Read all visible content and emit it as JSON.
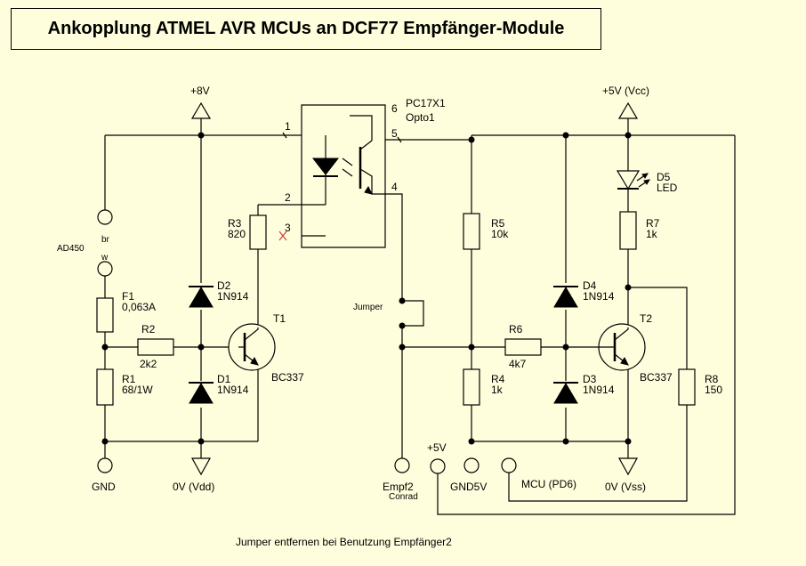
{
  "title": "Ankopplung ATMEL AVR MCUs an DCF77 Empfänger-Module",
  "footer_note": "Jumper entfernen bei Benutzung Empfänger2",
  "supplies": {
    "v8": "+8V",
    "v5cc": "+5V (Vcc)",
    "v0dd": "0V (Vdd)",
    "v0ss": "0V (Vss)",
    "gnd": "GND",
    "gnd5v": "GND5V",
    "p5v": "+5V"
  },
  "terminals": {
    "ad450": "AD450",
    "br": "br",
    "w": "w",
    "empf2": "Empf2",
    "conrad": "Conrad",
    "mcu": "MCU (PD6)",
    "jumper": "Jumper"
  },
  "opto": {
    "ref": "PC17X1",
    "name": "Opto1",
    "p1": "1",
    "p2": "2",
    "p3": "3",
    "p4": "4",
    "p5": "5",
    "p6": "6"
  },
  "parts": {
    "f1_ref": "F1",
    "f1_val": "0,063A",
    "r1_ref": "R1",
    "r1_val": "68/1W",
    "r2_ref": "R2",
    "r2_val": "2k2",
    "r3_ref": "R3",
    "r3_val": "820",
    "r4_ref": "R4",
    "r4_val": "1k",
    "r5_ref": "R5",
    "r5_val": "10k",
    "r6_ref": "R6",
    "r6_val": "4k7",
    "r7_ref": "R7",
    "r7_val": "1k",
    "r8_ref": "R8",
    "r8_val": "150",
    "d1_ref": "D1",
    "d1_val": "1N914",
    "d2_ref": "D2",
    "d2_val": "1N914",
    "d3_ref": "D3",
    "d3_val": "1N914",
    "d4_ref": "D4",
    "d4_val": "1N914",
    "d5_ref": "D5",
    "d5_val": "LED",
    "t1_ref": "T1",
    "t1_val": "BC337",
    "t2_ref": "T2",
    "t2_val": "BC337"
  }
}
